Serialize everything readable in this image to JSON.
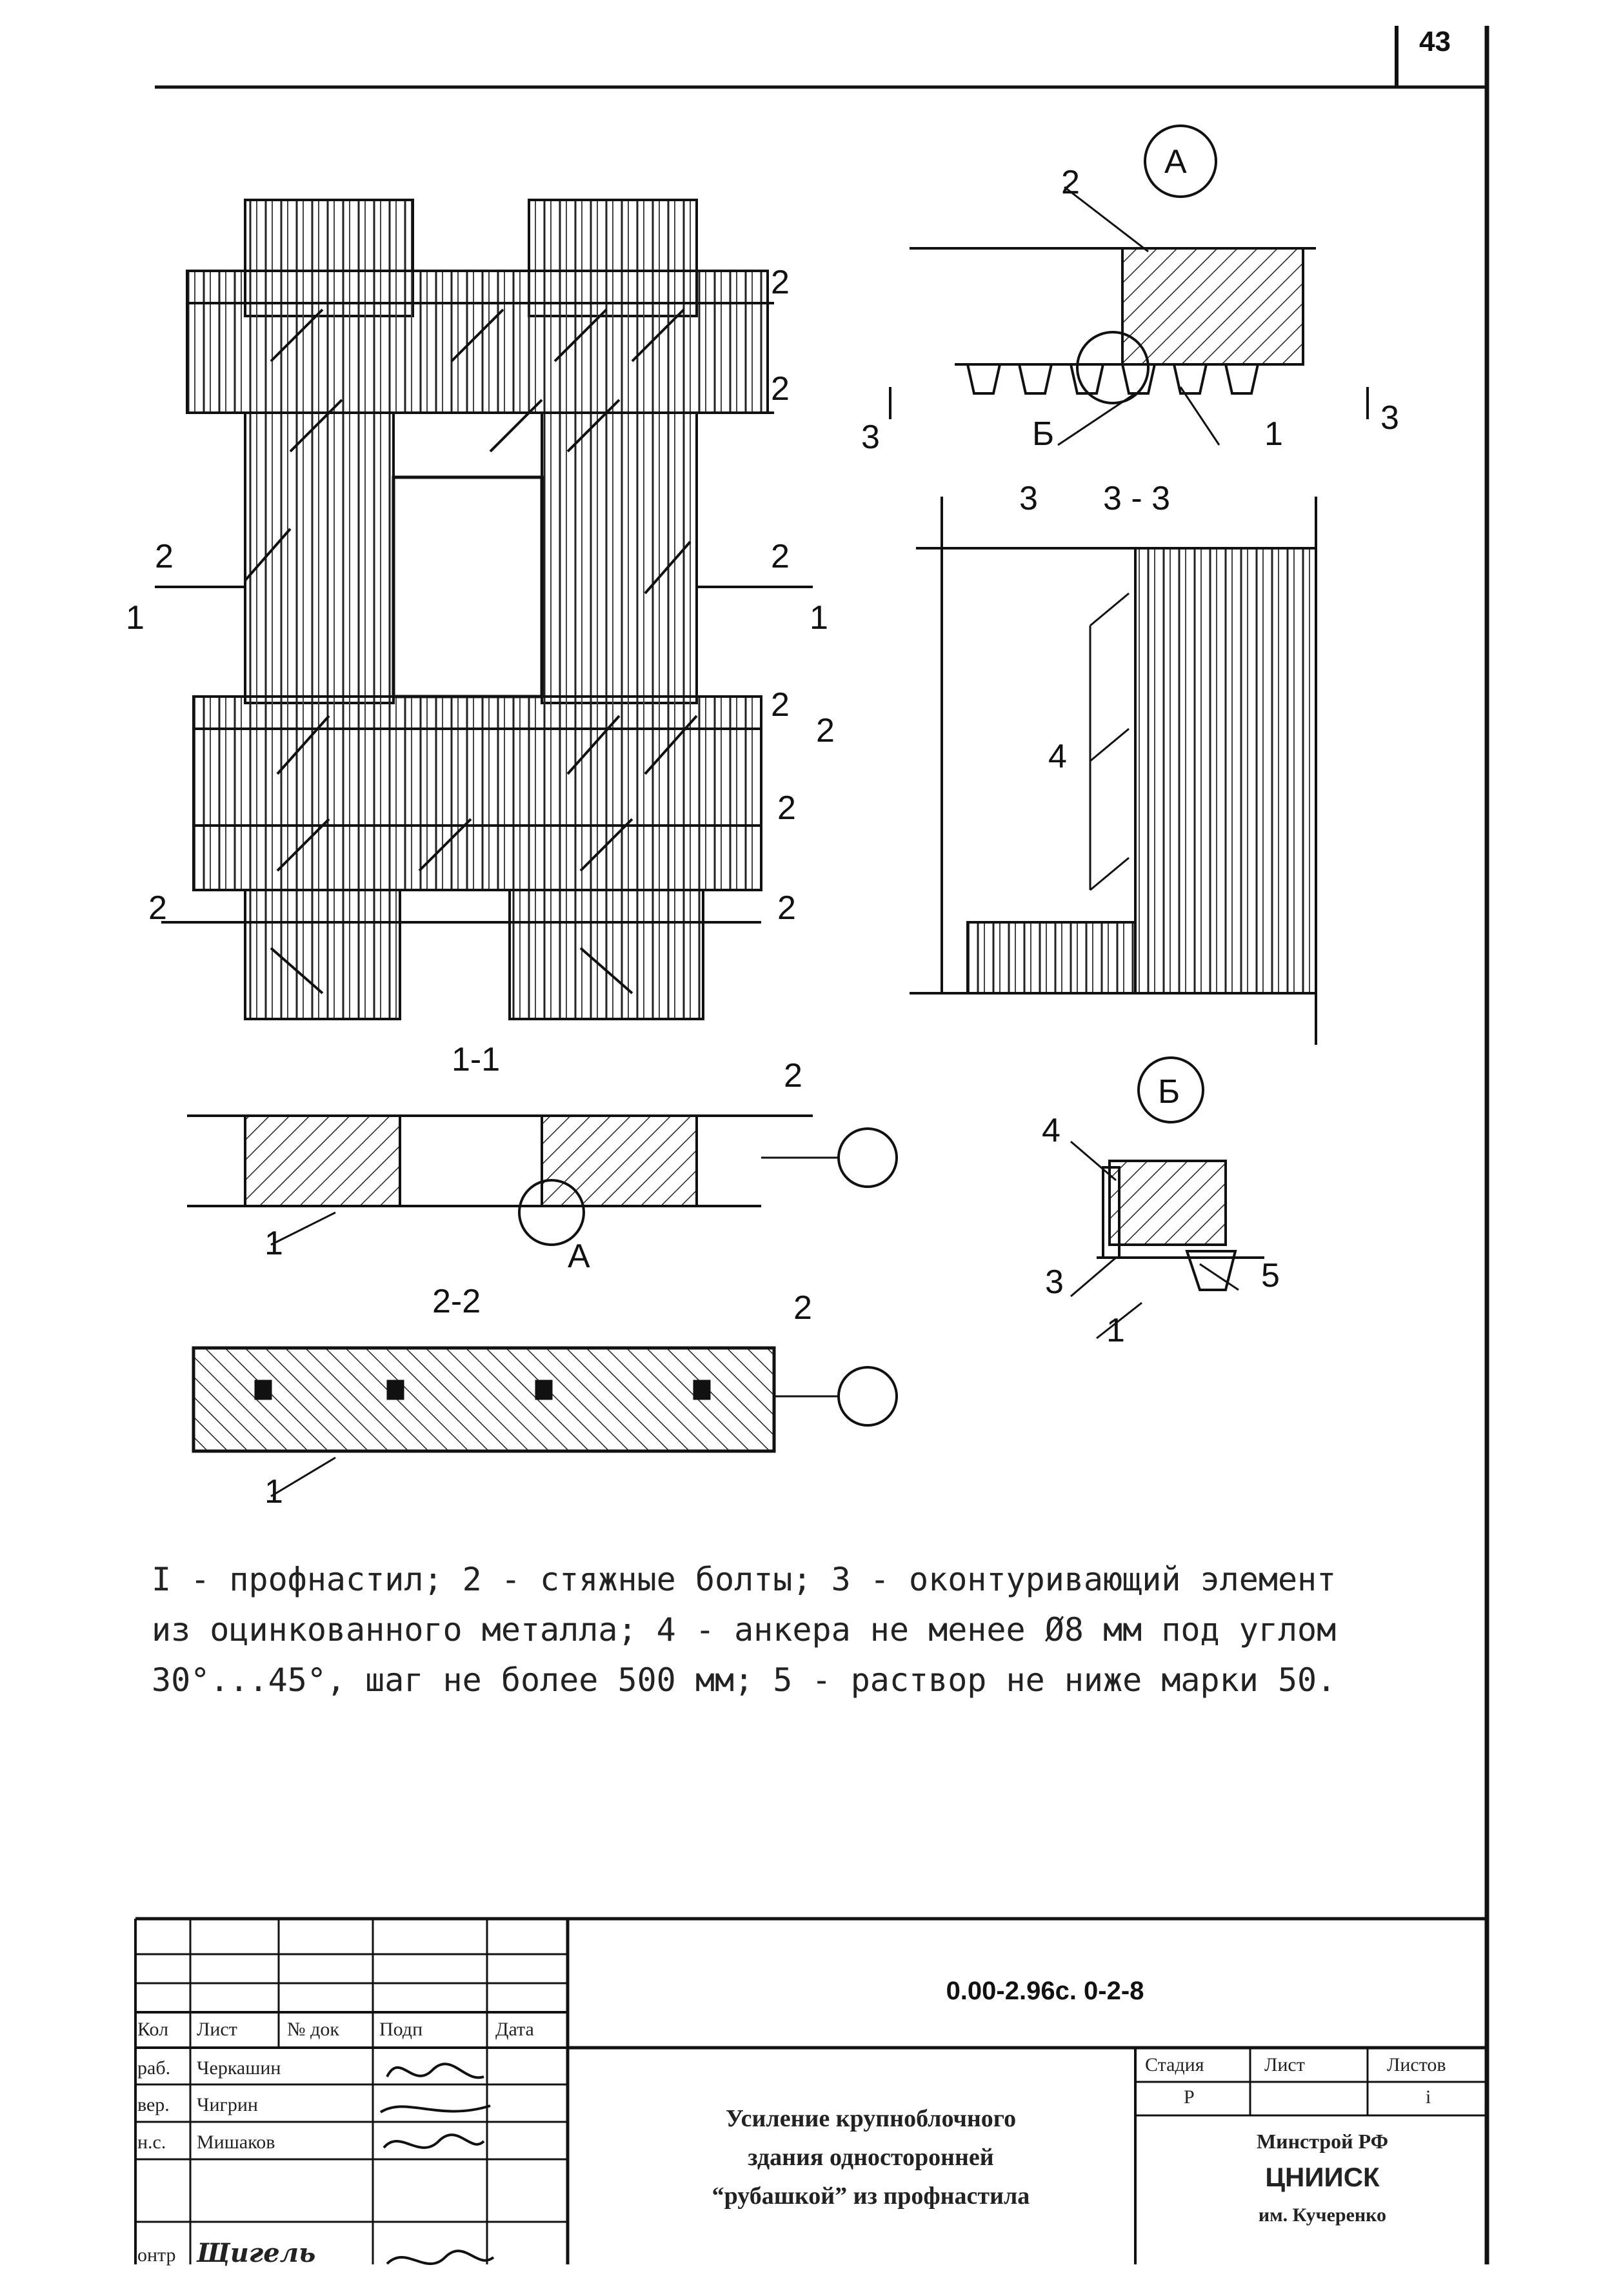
{
  "page_number": "43",
  "drawing_labels": {
    "view_a": "А",
    "view_b": "Б",
    "section_33": "3 - 3",
    "section_11": "1-1",
    "section_22": "2-2",
    "n1": "1",
    "n2": "2",
    "n3": "3",
    "n4": "4",
    "n5": "5",
    "b_mark": "Б",
    "a_mark": "А"
  },
  "legend": [
    "I - профнастил; 2 - стяжные болты; 3 - оконтуривающий элемент",
    "из оцинкованного металла; 4 - анкера не менее Ø8 мм под углом",
    "30°...45°, шаг не более 500 мм; 5 - раствор не ниже марки 50."
  ],
  "title_block": {
    "code": "0.00-2.96с. 0-2-8",
    "headers": {
      "kol": "Кол",
      "list": "Лист",
      "ndok": "№ док",
      "podp": "Подп",
      "data": "Дата"
    },
    "roles": [
      {
        "role": "раб.",
        "name": "Черкашин"
      },
      {
        "role": "вер.",
        "name": "Чигрин"
      },
      {
        "role": "н.с.",
        "name": "Мишаков"
      },
      {
        "role": "онтр",
        "name": "Щигель"
      }
    ],
    "stage_header": "Стадия",
    "sheet_header": "Лист",
    "sheets_header": "Листов",
    "stage_value": "Р",
    "sheets_value": "i",
    "title_lines": [
      "Усиление крупноблочного",
      "здания односторонней",
      "“рубашкой” из профнастила"
    ],
    "org_lines": [
      "Минстрой РФ",
      "ЦНИИСК",
      "им. Кучеренко"
    ]
  }
}
